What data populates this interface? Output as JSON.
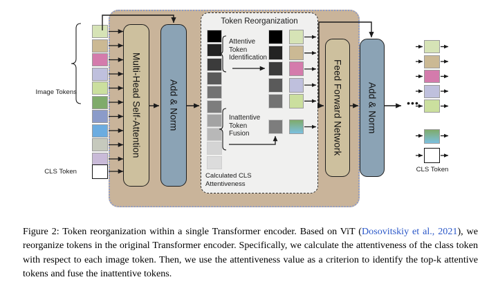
{
  "figure": {
    "encoder_label": "transformer-encoder",
    "blocks": [
      {
        "name": "multi-head-self-attention",
        "label": "Multi-Head Self-Attention",
        "color": "#cdc09e"
      },
      {
        "name": "add-norm-1",
        "label": "Add & Norm",
        "color": "#8ba3b5"
      },
      {
        "name": "feed-forward-network",
        "label": "Feed Forward Network",
        "color": "#cdc09e"
      },
      {
        "name": "add-norm-2",
        "label": "Add & Norm",
        "color": "#8ba3b5"
      }
    ],
    "input": {
      "image_tokens_label": "Image Tokens",
      "cls_token_label": "CLS Token",
      "token_colors": [
        "#d6e3b6",
        "#cbb994",
        "#d47bac",
        "#bfc0dd",
        "#cbdf9e",
        "#7fab6b",
        "#8b9bc9",
        "#6cace0ff",
        "#c6c9bd",
        "#c9bad8"
      ],
      "cls_color": "#ffffff"
    },
    "reorganization": {
      "title": "Token Reorganization",
      "attentive_label": "Attentive\nToken\nIdentification",
      "inattentive_label": "Inattentive\nToken\nFusion",
      "attentiveness_label": "Calculated CLS\nAttentiveness",
      "attentiveness_shades": [
        "#000000",
        "#232323",
        "#3b3b3b",
        "#5a5a5a",
        "#737373",
        "#7d7d7d",
        "#a3a3a3",
        "#b8b8b8",
        "#d4d4d4",
        "#dcdcdc"
      ],
      "attentive_count": 5,
      "inattentive_count": 5,
      "kept_shades": [
        "#000000",
        "#232323",
        "#3b3b3b",
        "#5a5a5a",
        "#737373"
      ],
      "kept_colors": [
        "#d6e3b6",
        "#cbb994",
        "#d47bac",
        "#bfc0dd",
        "#cbdf9e"
      ],
      "fused_shade": "#7d7d7d",
      "fused_color_top": "#7fab6b",
      "fused_color_bottom": "#7cc0e0"
    },
    "output": {
      "ellipsis": "•••",
      "cls_token_label": "CLS Token",
      "token_colors": [
        "#d6e3b6",
        "#cbb994",
        "#d47bac",
        "#bfc0dd",
        "#cbdf9e"
      ],
      "fused_top": "#7fab6b",
      "fused_bottom": "#7cc0e0",
      "cls_color": "#ffffff"
    }
  },
  "caption": {
    "part1": "Figure 2: Token reorganization within a single Transformer encoder. Based on ViT (",
    "cite1": "Dosovitskiy",
    "part2": " ",
    "cite2": "et al., 2021",
    "part3": "), we reorganize tokens in the original Transformer encoder. Specifically, we calculate the attentiveness of the class token with respect to each image token. Then, we use the attentiveness value as a criterion to identify the top-k attentive tokens and fuse the inattentive tokens."
  }
}
